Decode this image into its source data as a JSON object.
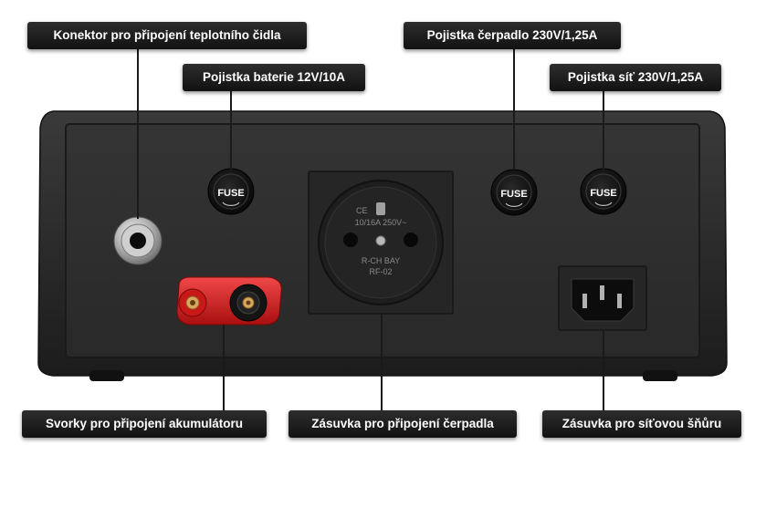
{
  "labels": {
    "sensor_connector": "Konektor pro připojení teplotního čidla",
    "battery_fuse": "Pojistka baterie 12V/10A",
    "pump_fuse": "Pojistka čerpadlo 230V/1,25A",
    "mains_fuse": "Pojistka síť 230V/1,25A",
    "battery_terminals": "Svorky pro připojení akumulátoru",
    "pump_socket": "Zásuvka pro připojení čerpadla",
    "power_cord_socket": "Zásuvka pro síťovou šňůru"
  },
  "device_markings": {
    "fuse": "FUSE",
    "socket_ce": "CE",
    "socket_rating": "10/16A 250V~",
    "socket_brand": "R-CH BAY",
    "socket_model": "RF-02"
  },
  "colors": {
    "callout_bg": "#1b1b1b",
    "callout_text": "#ffffff",
    "panel": "#2f2f2f",
    "terminal_red": "#d81c1c",
    "terminal_black": "#1a1a1a"
  }
}
